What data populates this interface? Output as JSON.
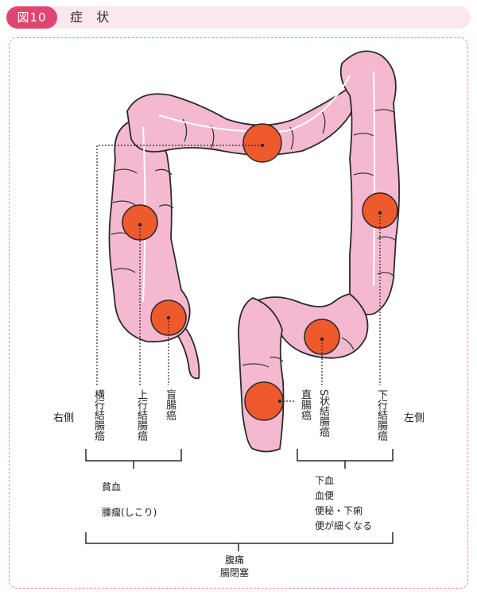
{
  "header": {
    "badge": "図10",
    "title": "症 状"
  },
  "labels": {
    "transverse": "横行結腸癌",
    "ascending": "上行結腸癌",
    "cecum": "盲腸癌",
    "rectum": "直腸癌",
    "sigmoid": "S状結腸癌",
    "descending": "下行結腸癌",
    "right_side": "右側",
    "left_side": "左側"
  },
  "symptoms": {
    "right": [
      "貧血",
      "腫瘤(しこり)"
    ],
    "left": [
      "下血",
      "血便",
      "便秘・下痢",
      "便が細くなる"
    ],
    "common": [
      "腹痛",
      "腸閉塞"
    ]
  },
  "colors": {
    "accent": "#e0456f",
    "header_bg": "#fbe7ee",
    "colon": "#f4b9d0",
    "tumor": "#ee5a2c"
  }
}
